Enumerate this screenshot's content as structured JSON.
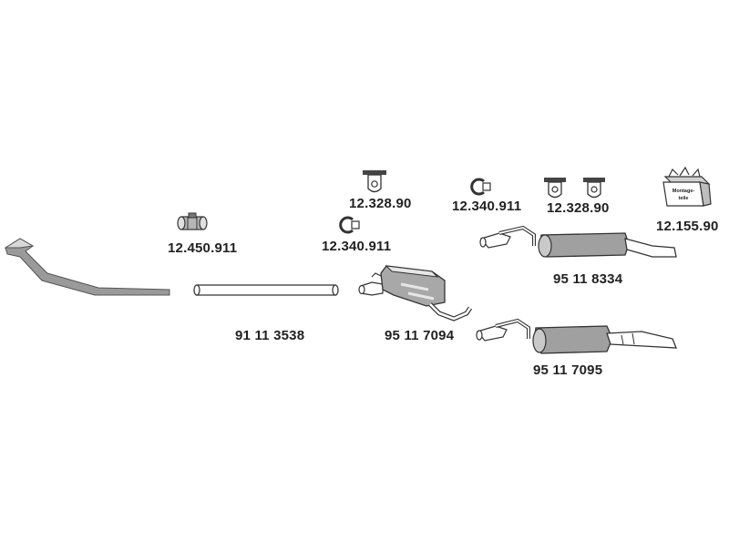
{
  "parts": [
    {
      "id": "front-pipe",
      "number": "",
      "icon": "front-pipe-icon"
    },
    {
      "id": "middle-pipe",
      "number": "91 11 3538",
      "icon": "straight-pipe-icon"
    },
    {
      "id": "center-muffler",
      "number": "95 11 7094",
      "icon": "center-muffler-icon"
    },
    {
      "id": "rear-muffler-upper",
      "number": "95 11 8334",
      "icon": "rear-muffler-icon"
    },
    {
      "id": "rear-muffler-lower",
      "number": "95 11 7095",
      "icon": "rear-muffler-icon"
    }
  ],
  "accessories": [
    {
      "id": "clamp-left",
      "number": "12.450.911",
      "icon": "pipe-clamp-icon"
    },
    {
      "id": "hanger-center",
      "number": "12.328.90",
      "icon": "rubber-hanger-icon"
    },
    {
      "id": "ring-center",
      "number": "12.340.911",
      "icon": "clamp-ring-icon"
    },
    {
      "id": "ring-right",
      "number": "12.340.911",
      "icon": "clamp-ring-icon"
    },
    {
      "id": "hanger-right",
      "number": "12.328.90",
      "icon": "rubber-hanger-icon"
    },
    {
      "id": "mounting-kit",
      "number": "12.155.90",
      "icon": "mounting-kit-box-icon",
      "box_text": "Montage-teile"
    }
  ]
}
